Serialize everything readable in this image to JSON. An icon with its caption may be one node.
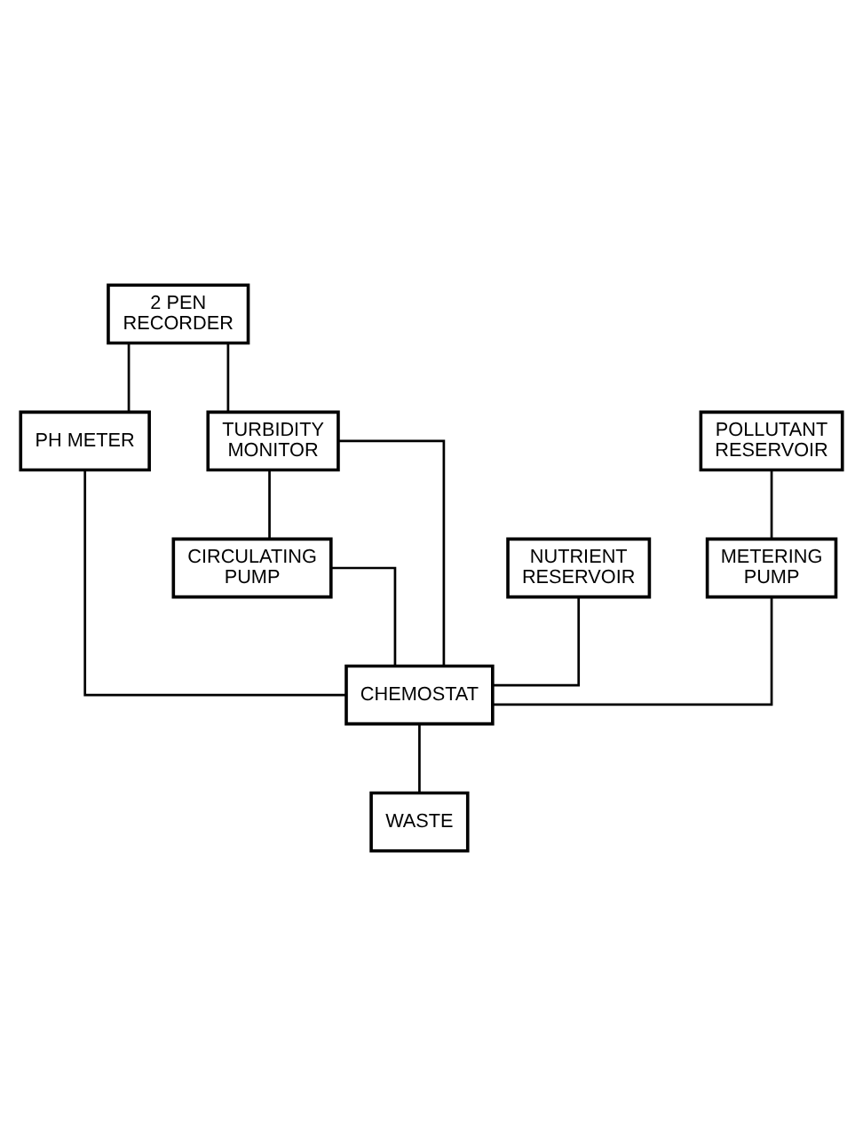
{
  "diagram": {
    "nodes": [
      {
        "text": [
          "2 PEN RECORDER"
        ]
      },
      {
        "text": [
          "NUTRIENT RESERVOIR"
        ]
      },
      {
        "text": [
          "PH METER"
        ]
      },
      {
        "text": [
          "POLLUTANT RESERVOIR"
        ]
      },
      {
        "text": [
          "TURBIDITY MONITOR"
        ]
      },
      {
        "text": [
          "METERING PUMP"
        ]
      },
      {
        "text": [
          "CIRCULATING PUMP"
        ]
      },
      {
        "text": [
          "CHEMOSTAT"
        ]
      },
      {
        "text": [
          "WASTE"
        ]
      }
    ],
    "edges": [
      {
        "from": 0,
        "to": 2,
        "arrow": "none"
      },
      {
        "from": 0,
        "to": 4,
        "arrow": "none"
      },
      {
        "from": 4,
        "to": 6,
        "arrow": "none"
      },
      {
        "from": 4,
        "to": 7,
        "arrow": "none"
      },
      {
        "from": 2,
        "to": 7,
        "arrow": "none"
      },
      {
        "from": 1,
        "to": 7,
        "arrow": "none"
      },
      {
        "from": 3,
        "to": 5,
        "arrow": "none"
      },
      {
        "from": 5,
        "to": 7,
        "arrow": "none"
      },
      {
        "from": 6,
        "to": 7,
        "arrow": "none"
      },
      {
        "from": 7,
        "to": 8,
        "arrow": "none"
      }
    ]
  }
}
